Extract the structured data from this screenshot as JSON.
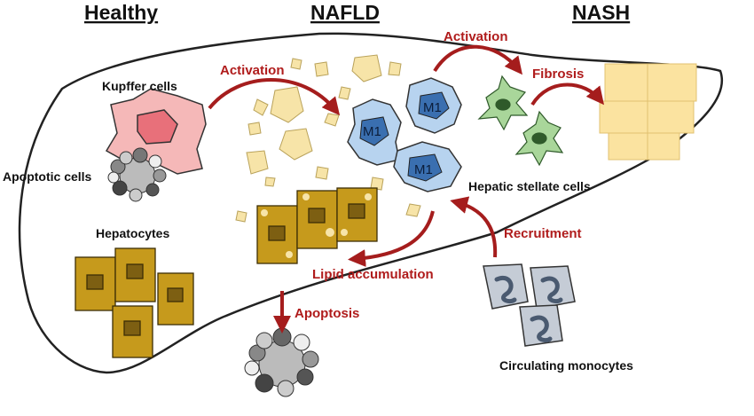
{
  "headers": {
    "healthy": "Healthy",
    "nafld": "NAFLD",
    "nash": "NASH"
  },
  "labels": {
    "kupffer": "Kupffer cells",
    "apoptotic": "Apoptotic cells",
    "hepatocytes": "Hepatocytes",
    "stellate": "Hepatic stellate cells",
    "monocytes": "Circulating monocytes"
  },
  "processes": {
    "activation_left": "Activation",
    "activation_top": "Activation",
    "fibrosis": "Fibrosis",
    "recruitment": "Recruitment",
    "lipid": "Lipid accumulation",
    "apoptosis": "Apoptosis"
  },
  "macrophage_label": "M1",
  "colors": {
    "arrow": "#a51d1d",
    "kupffer": "#f5b8b8",
    "kupffer_nucleus": "#e8707a",
    "m1_body": "#b7d3ef",
    "m1_nucleus": "#3a6fb0",
    "stellate": "#a9d69a",
    "stellate_nucleus": "#2f5a2a",
    "hepatocyte": "#c69a1c",
    "hepatocyte_nucleus": "#7d5f12",
    "fat": "#f7e4a8",
    "fibrosis": "#fbe3a0",
    "monocyte": "#c5ccd6"
  },
  "icons": [
    "liver-outline-icon",
    "curved-arrow-icon",
    "m1-macrophage-icon",
    "stellate-cell-icon",
    "hepatocyte-icon",
    "monocyte-icon",
    "apoptotic-cell-icon",
    "fat-droplet-icon",
    "fibrosis-tissue-icon"
  ]
}
